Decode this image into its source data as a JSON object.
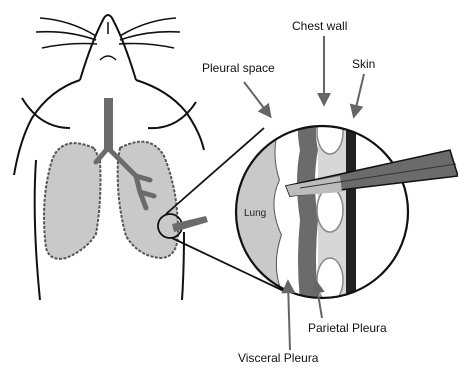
{
  "labels": {
    "chest_wall": "Chest wall",
    "pleural_space": "Pleural space",
    "skin": "Skin",
    "lung": "Lung",
    "parietal_pleura": "Parietal Pleura",
    "visceral_pleura": "Visceral Pleura"
  },
  "colors": {
    "lung_fill": "#c9c9c9",
    "dark_gray": "#6b6b6b",
    "outline": "#111111",
    "arrow": "#666666"
  }
}
